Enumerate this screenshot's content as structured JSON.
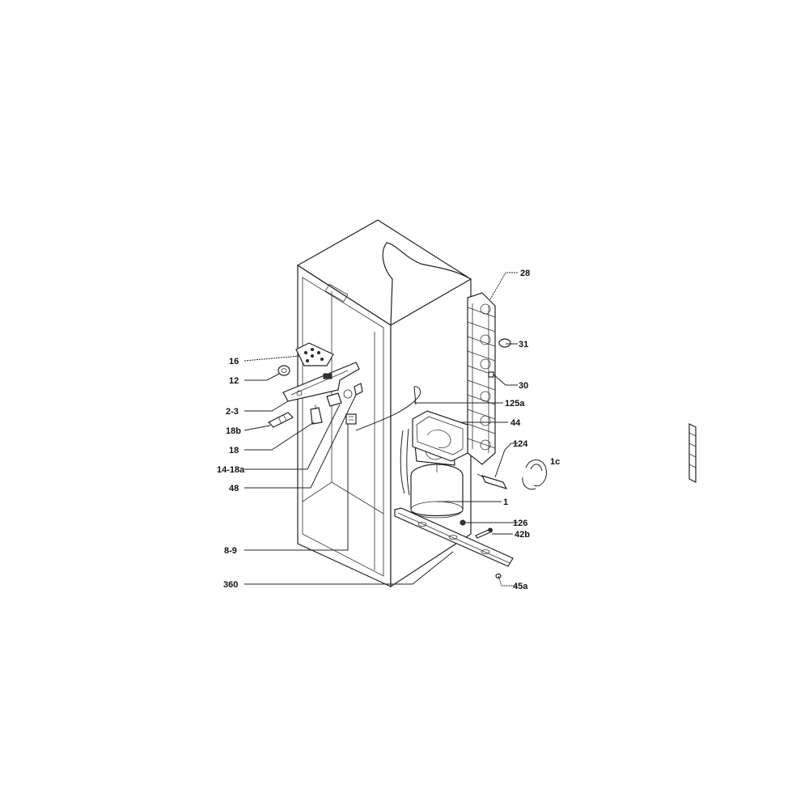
{
  "labels": {
    "l28": "28",
    "l31": "31",
    "l30": "30",
    "l125a": "125a",
    "l44": "44",
    "l124": "124",
    "l1c": "1c",
    "l1": "1",
    "l126": "126",
    "l42b": "42b",
    "l45a": "45a",
    "l16": "16",
    "l12": "12",
    "l23": "2-3",
    "l18b": "18b",
    "l18": "18",
    "l1418a": "14-18a",
    "l48": "48",
    "l89": "8-9",
    "l360": "360"
  }
}
